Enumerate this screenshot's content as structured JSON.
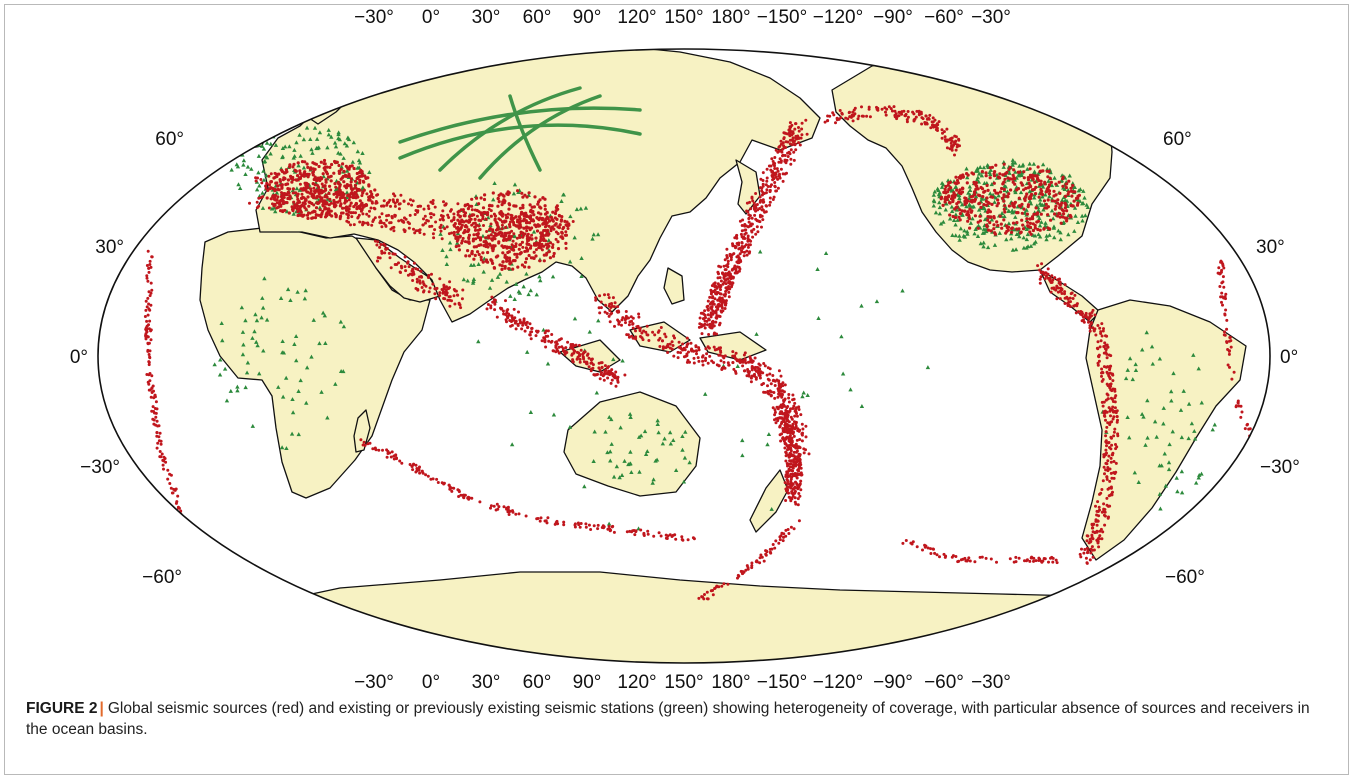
{
  "figure": {
    "label": "FIGURE 2",
    "separator": "|",
    "caption": "Global seismic sources (red) and existing or previously existing seismic stations (green) showing heterogeneity of coverage, with particular absence of sources and receivers in the ocean basins."
  },
  "map": {
    "projection": "Robinson (Pacific-centred)",
    "lon_labels_top": [
      "−30°",
      "0°",
      "30°",
      "60°",
      "90°",
      "120°",
      "150°",
      "180°",
      "−150°",
      "−120°",
      "−90°",
      "−60°",
      "−30°"
    ],
    "lon_labels_bottom": [
      "−30°",
      "0°",
      "30°",
      "60°",
      "90°",
      "120°",
      "150°",
      "180°",
      "−150°",
      "−120°",
      "−90°",
      "−60°",
      "−30°"
    ],
    "lat_labels_left": [
      "60°",
      "30°",
      "0°",
      "−30°",
      "−60°"
    ],
    "lat_labels_right": [
      "60°",
      "30°",
      "0°",
      "−30°",
      "−60°"
    ],
    "colors": {
      "land": "#f7f2c3",
      "ocean": "#ffffff",
      "coastline": "#111111",
      "sources": "#c0161d",
      "stations": "#2c8a3c"
    },
    "layers": [
      "seismic sources",
      "seismic stations"
    ]
  }
}
